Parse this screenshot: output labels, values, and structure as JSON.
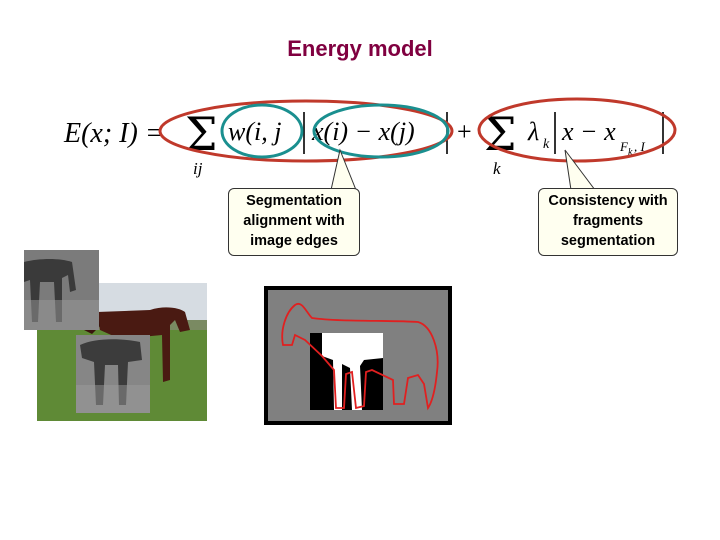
{
  "title": "Energy model",
  "equation": {
    "lhs": "E(x; I) =",
    "sum1_sub": "ij",
    "pair_weight": "w(i, j",
    "pair_diff": "x(i) − x(j)",
    "plus": "+",
    "sum2_sub": "k",
    "lambda": "λ",
    "lambda_sub": "k",
    "frag_term": "x − x",
    "frag_sub": "F",
    "frag_subsub": "k",
    "frag_tail": ", I"
  },
  "callouts": {
    "left": [
      "Segmentation",
      "alignment with",
      "image edges"
    ],
    "right": [
      "Consistency with",
      "fragments",
      "segmentation"
    ]
  },
  "colors": {
    "title": "#800040",
    "red_ellipse": "#c0392b",
    "teal_ellipse": "#1a8f8f",
    "contour": "#e02020",
    "callout_bg": "#fffff0"
  }
}
